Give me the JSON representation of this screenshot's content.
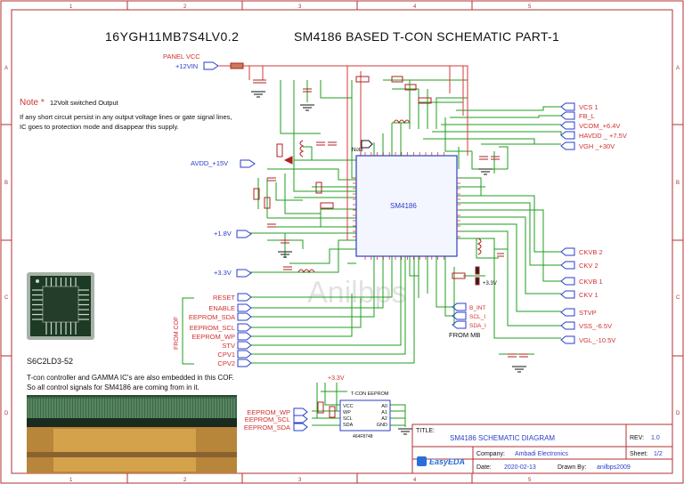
{
  "header": {
    "model": "16YGH11MB7S4LV0.2",
    "title": "SM4186 BASED T-CON SCHEMATIC PART-1"
  },
  "watermark": "Anilbps",
  "frame": {
    "cols": [
      "1",
      "2",
      "3",
      "4",
      "5"
    ],
    "rows": [
      "A",
      "B",
      "C",
      "D"
    ]
  },
  "notes": {
    "note_label": "Note *",
    "note_text": "12Volt switched Output",
    "line1": "If any short circuit persist in any output voltage lines or gate signal lines,",
    "line2": "IC goes to protection mode and disappear this supply.",
    "ic_marking": "S6C2LD3-52",
    "tcon_line1": "T-con controller and GAMMA IC's are also embedded in this COF.",
    "tcon_line2": "So all control signals for SM4186 are coming from in it.",
    "note_small": "Note"
  },
  "power": {
    "panel_vcc": "PANEL VCC",
    "vin": "+12VIN",
    "avdd": "AVDD_+15V",
    "v18": "+1.8V",
    "v33": "+3.3V",
    "v33_eeprom": "+3.3V",
    "v33_right": "+3.3V"
  },
  "main_ic": {
    "label": "SM4186"
  },
  "outputs_top": [
    "VCS 1",
    "FB_L",
    "VCOM_+6.4V",
    "HAVDD _ +7.5V",
    "VGH _+30V"
  ],
  "outputs_bottom": [
    "CKVB 2",
    "CKV 2",
    "CKVB 1",
    "CKV 1",
    "STVP",
    "VSS_-6.5V",
    "VGL_-10.5V"
  ],
  "cof": {
    "label": "FROM COF",
    "signals": [
      "RESET",
      "ENABLE",
      "EEPROM_SDA",
      "EEPROM_SCL",
      "EEPROM_WP",
      "STV",
      "CPV1",
      "CPV2"
    ]
  },
  "mb": {
    "label": "FROM MB",
    "signals": [
      "B_INT",
      "SCL_I",
      "SDA_I"
    ]
  },
  "eeprom": {
    "title": "T-CON EEPROM",
    "part": "464F8748",
    "pins_left": [
      "VCC",
      "WP",
      "SCL",
      "SDA"
    ],
    "pins_right": [
      "A0",
      "A1",
      "A2",
      "GND"
    ],
    "signals": [
      "EEPROM_WP",
      "EEPROM_SCL",
      "EEPROM_SDA"
    ]
  },
  "title_block": {
    "title_label": "TITLE:",
    "title_value": "SM4186 SCHEMATIC DIAGRAM",
    "rev_label": "REV:",
    "rev_value": "1.0",
    "company_label": "Company:",
    "company_value": "Ambadi Electronics",
    "sheet_label": "Sheet:",
    "sheet_value": "1/2",
    "date_label": "Date:",
    "date_value": "2020-02-13",
    "drawn_label": "Drawn By:",
    "drawn_value": "anilbps2009",
    "logo_text": "EasyEDA"
  },
  "colors": {
    "wire": "#1f9e1f",
    "power_wire": "#d63a3a",
    "net_label": "#d03030",
    "power_label": "#2a3ec8",
    "port": "#2a3ec8",
    "component": "#b02020",
    "ic_body": "#2a3ec8",
    "ic_fill": "#f4f6ff",
    "frame": "#b03030"
  }
}
